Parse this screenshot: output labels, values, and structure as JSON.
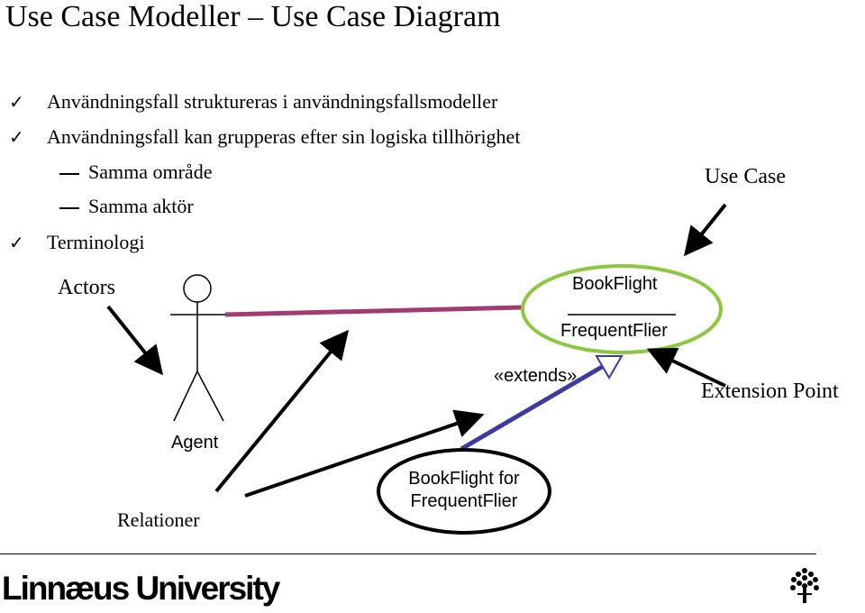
{
  "title": "Use Case Modeller – Use Case Diagram",
  "bullets": [
    {
      "text": "Användningsfall struktureras i användningsfallsmodeller",
      "marker": "check-icon"
    },
    {
      "text": "Användningsfall kan grupperas efter sin logiska tillhörighet",
      "marker": "check-icon"
    },
    {
      "text": "Samma område",
      "marker": "dash"
    },
    {
      "text": "Samma aktör",
      "marker": "dash"
    },
    {
      "text": "Terminologi",
      "marker": "check-icon"
    }
  ],
  "diagram": {
    "actors_label": "Actors",
    "actor_name": "Agent",
    "relations_label": "Relationer",
    "use_case_label": "Use Case",
    "extension_point_label": "Extension Point",
    "main_use_case": {
      "name": "BookFlight",
      "extension_point": "FrequentFlier"
    },
    "extending_use_case": "BookFlight for FrequentFlier",
    "stereotype": "«extends»",
    "colors": {
      "use_case_border": "#8dc63f",
      "association": "#a23b72",
      "extends_line": "#3b3ba0",
      "extending_border": "#000000"
    }
  },
  "footer": {
    "logo_text": "Linnæus University"
  }
}
